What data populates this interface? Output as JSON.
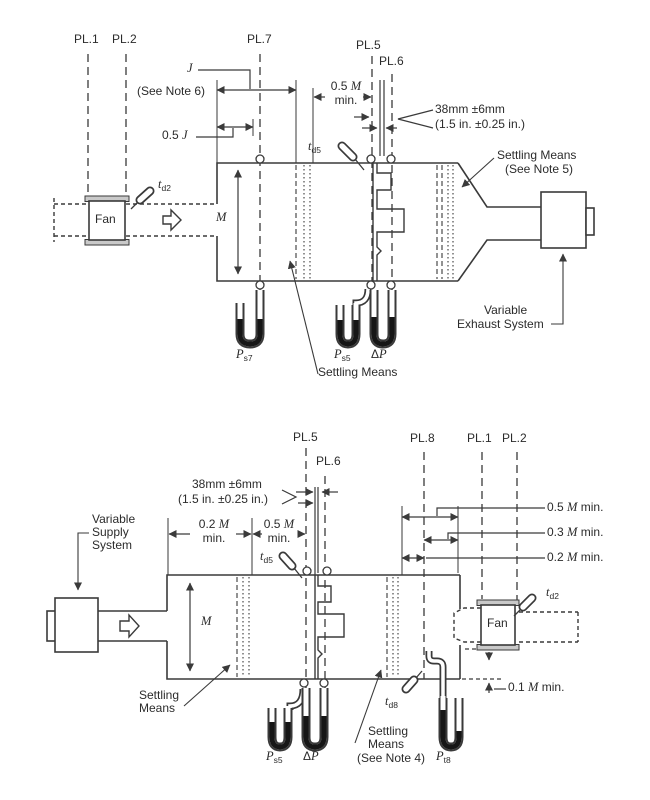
{
  "colors": {
    "line": "#3a3a3a",
    "plate_fill": "#c9c9c9",
    "mercury": "#161616",
    "background": "#ffffff"
  },
  "top": {
    "planes": {
      "pl1": "PL.1",
      "pl2": "PL.2",
      "pl7": "PL.7",
      "pl5": "PL.5",
      "pl6": "PL.6"
    },
    "dims": {
      "j": {
        "label": "J",
        "note": "(See Note 6)"
      },
      "half_j": {
        "a": "0.5 ",
        "b": "J"
      },
      "half_m": {
        "a": "0.5 ",
        "m": "M",
        "b": "min."
      },
      "d38": {
        "line1": "38mm ±6mm",
        "line2": "(1.5 in. ±0.25 in.)"
      }
    },
    "labels": {
      "fan": "Fan",
      "m": "M",
      "td2": {
        "main": "t",
        "sub": "d2"
      },
      "td5": {
        "main": "t",
        "sub": "d5"
      },
      "settling_right": {
        "line1": "Settling Means",
        "line2": "(See Note 5)"
      },
      "settling_center": "Settling Means",
      "exhaust": {
        "line1": "Variable",
        "line2": "Exhaust System"
      },
      "ps7": {
        "main": "P",
        "sub": "s7"
      },
      "ps5": {
        "main": "P",
        "sub": "s5"
      },
      "dp": {
        "delta": "Δ",
        "p": "P"
      }
    }
  },
  "bottom": {
    "planes": {
      "pl5": "PL.5",
      "pl6": "PL.6",
      "pl8": "PL.8",
      "pl1": "PL.1",
      "pl2": "PL.2"
    },
    "dims": {
      "d38": {
        "line1": "38mm ±6mm",
        "line2": "(1.5 in. ±0.25 in.)"
      },
      "m02_left": {
        "a": "0.2 ",
        "m": "M",
        "b": "min."
      },
      "m05_left": {
        "a": "0.5 ",
        "m": "M",
        "b": "min."
      },
      "m05_right": {
        "a": "0.5 ",
        "m": "M",
        "b": " min."
      },
      "m03_right": {
        "a": "0.3 ",
        "m": "M",
        "b": " min."
      },
      "m02_right": {
        "a": "0.2 ",
        "m": "M",
        "b": " min."
      },
      "m01": {
        "a": "0.1 ",
        "m": "M",
        "b": " min."
      }
    },
    "labels": {
      "supply": {
        "line1": "Variable",
        "line2": "Supply",
        "line3": "System"
      },
      "fan": "Fan",
      "m": "M",
      "td2": {
        "main": "t",
        "sub": "d2"
      },
      "td5": {
        "main": "t",
        "sub": "d5"
      },
      "td8": {
        "main": "t",
        "sub": "d8"
      },
      "settling_left": {
        "line1": "Settling",
        "line2": "Means"
      },
      "settling_right": {
        "line1": "Settling",
        "line2": "Means",
        "line3": "(See Note 4)"
      },
      "ps5": {
        "main": "P",
        "sub": "s5"
      },
      "dp": {
        "delta": "Δ",
        "p": "P"
      },
      "pt8": {
        "main": "P",
        "sub": "t8"
      }
    }
  }
}
